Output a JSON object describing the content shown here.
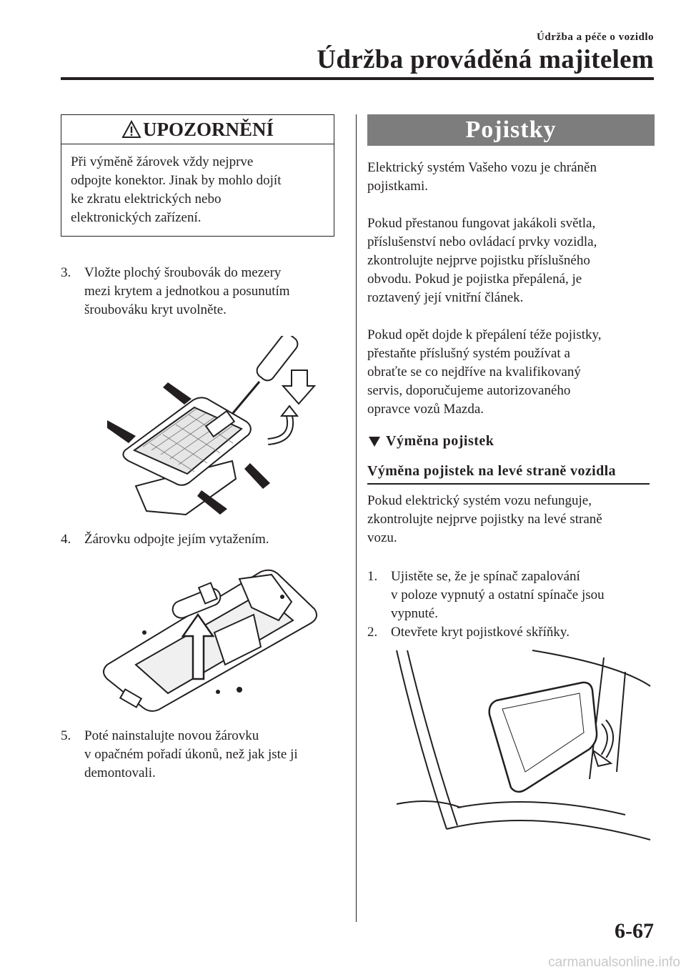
{
  "header": {
    "section": "Údržba a péče o vozidlo",
    "title": "Údržba prováděná majitelem"
  },
  "caution": {
    "heading": "UPOZORNĚNÍ",
    "lines": [
      "Při výměně žárovek vždy nejprve",
      "odpojte konektor. Jinak by mohlo dojít",
      "ke zkratu elektrických nebo",
      "elektronických zařízení."
    ]
  },
  "left_steps": [
    {
      "num": "3.",
      "lines": [
        "Vložte plochý šroubovák do mezery",
        "mezi krytem a jednotkou a posunutím",
        "šroubováku kryt uvolněte."
      ]
    },
    {
      "num": "4.",
      "lines": [
        "Žárovku odpojte jejím vytažením."
      ]
    },
    {
      "num": "5.",
      "lines": [
        "Poté nainstalujte novou žárovku",
        "v opačném pořadí úkonů, než jak jste ji",
        "demontovali."
      ]
    }
  ],
  "fuses": {
    "banner": "Pojistky",
    "intro_lines": [
      "Elektrický systém Vašeho vozu je chráněn",
      "pojistkami."
    ],
    "para2_lines": [
      "Pokud přestanou fungovat jakákoli světla,",
      "příslušenství nebo ovládací prvky vozidla,",
      "zkontrolujte nejprve pojistku příslušného",
      "obvodu. Pokud je pojistka přepálená, je",
      "roztavený její vnitřní článek."
    ],
    "para3_lines": [
      "Pokud opět dojde k přepálení téže pojistky,",
      "přestaňte příslušný systém používat a",
      "obraťte se co nejdříve na kvalifikovaný",
      "servis, doporučujeme autorizovaného",
      "opravce vozů Mazda."
    ],
    "subhead": "Výměna pojistek",
    "subsubhead": "Výměna pojistek na levé straně vozidla",
    "para4_lines": [
      "Pokud elektrický systém vozu nefunguje,",
      "zkontrolujte nejprve pojistky na levé straně",
      "vozu."
    ],
    "steps": [
      {
        "num": "1.",
        "lines": [
          "Ujistěte se, že je spínač zapalování",
          "v poloze vypnutý a ostatní spínače jsou",
          "vypnuté."
        ]
      },
      {
        "num": "2.",
        "lines": [
          "Otevřete kryt pojistkové skříňky."
        ]
      }
    ]
  },
  "footer": {
    "page_number": "6-67",
    "watermark": "carmanualsonline.info"
  }
}
